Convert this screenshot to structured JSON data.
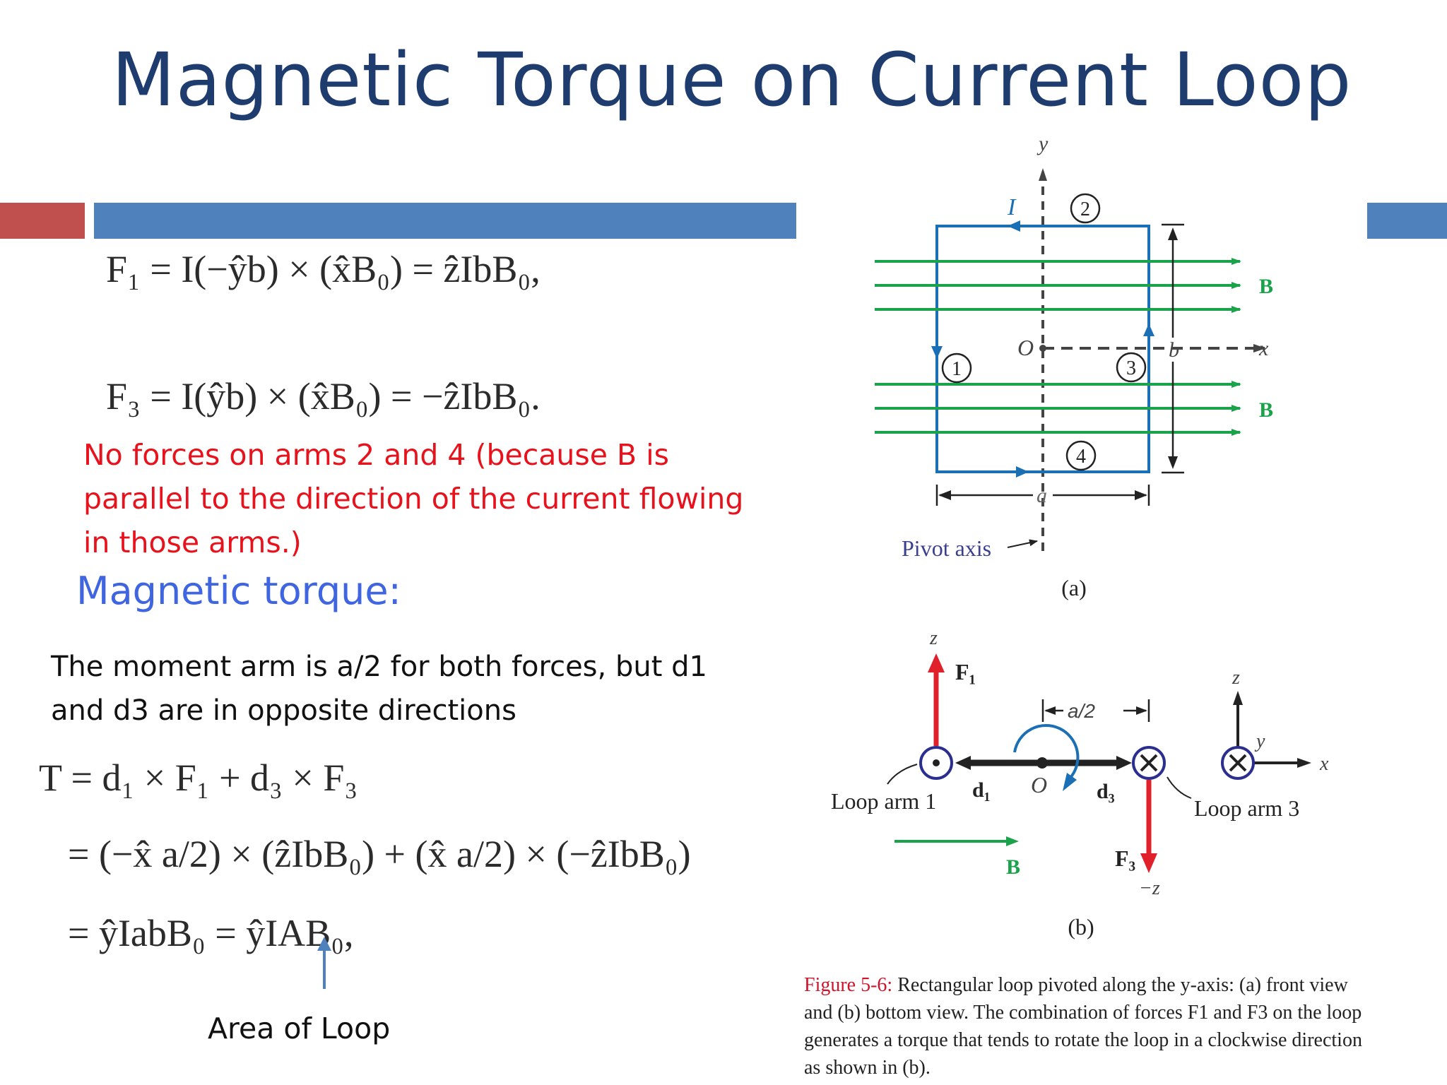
{
  "slide": {
    "title": "Magnetic Torque on Current Loop"
  },
  "equations": {
    "f1": "F₁ = I(−ŷb) × (x̂B₀) = ẑIbB₀,",
    "f3": "F₃ = I(ŷb) × (x̂B₀) = −ẑIbB₀."
  },
  "note": "No forces on arms 2 and 4 (because B is parallel to the direction of the current flowing in those arms.)",
  "torque": {
    "heading": "Magnetic torque:",
    "moment_arm_text": "The moment arm is a/2 for both forces, but d1 and d3 are in opposite directions",
    "line1": "T = d₁ × F₁ + d₃ × F₃",
    "line2_left": "= (−x̂ a/2) × (ẑIbB₀) + (x̂ a/2) × (−ẑIbB₀)",
    "line3": "= ŷIabB₀ = ŷIAB₀,",
    "area_label": "Area of Loop"
  },
  "figure_a": {
    "axis_y": "y",
    "axis_x": "x",
    "current": "I",
    "origin": "O",
    "arm_labels": [
      "1",
      "2",
      "3",
      "4"
    ],
    "b_label_top": "B",
    "b_label_bottom": "B",
    "dim_a": "a",
    "dim_b": "b",
    "pivot_axis": "Pivot axis",
    "sub_label": "(a)"
  },
  "figure_b": {
    "z_axis": "z",
    "neg_z": "−z",
    "f1": "F₁",
    "f3": "F₃",
    "half_a": "a/2",
    "origin": "O",
    "d1": "d₁",
    "d3": "d₃",
    "loop_arm_1": "Loop arm 1",
    "loop_arm_3": "Loop arm 3",
    "b_label": "B",
    "axes_z": "z",
    "axes_y": "y",
    "axes_x": "x",
    "sub_label": "(b)"
  },
  "caption": {
    "label": "Figure 5-6:",
    "text": "Rectangular loop pivoted along the y-axis: (a) front view and (b) bottom view. The combination of forces F1 and F3 on the loop generates a torque that tends to rotate the loop in a clockwise direction as shown in (b)."
  },
  "colors": {
    "title": "#1f3c6e",
    "accent_red": "#c0504d",
    "accent_blue": "#4f81bd",
    "note_red": "#e8121c",
    "heading_blue": "#3f66e0",
    "loop_blue": "#1a6fb5",
    "field_green": "#1aa34a",
    "force_red": "#e0202a"
  }
}
